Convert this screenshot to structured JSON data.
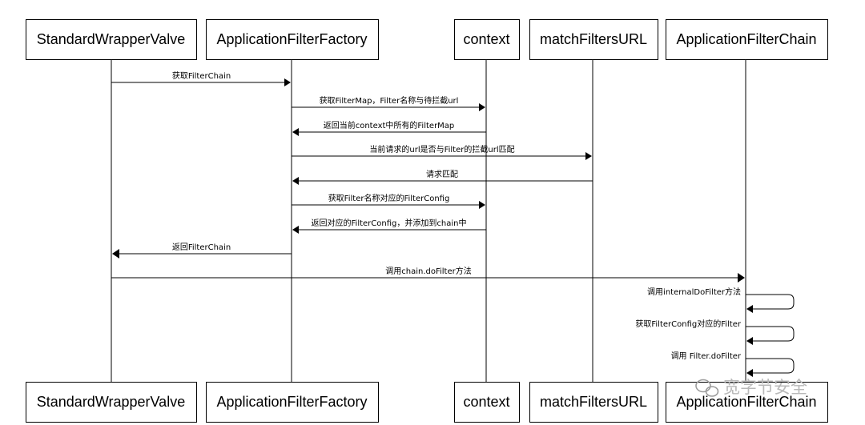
{
  "actors": [
    {
      "id": "swv",
      "label": "StandardWrapperValve"
    },
    {
      "id": "aff",
      "label": "ApplicationFilterFactory"
    },
    {
      "id": "ctx",
      "label": "context"
    },
    {
      "id": "mfu",
      "label": "matchFiltersURL"
    },
    {
      "id": "afc",
      "label": "ApplicationFilterChain"
    }
  ],
  "messages": [
    {
      "from": "swv",
      "to": "aff",
      "label": "获取FilterChain"
    },
    {
      "from": "aff",
      "to": "ctx",
      "label": "获取FilterMap，Filter名称与待拦截url"
    },
    {
      "from": "ctx",
      "to": "aff",
      "label": "返回当前context中所有的FilterMap"
    },
    {
      "from": "aff",
      "to": "mfu",
      "label": "当前请求的url是否与Filter的拦截url匹配"
    },
    {
      "from": "mfu",
      "to": "aff",
      "label": "请求匹配"
    },
    {
      "from": "aff",
      "to": "ctx",
      "label": "获取Filter名称对应的FilterConfig"
    },
    {
      "from": "ctx",
      "to": "aff",
      "label": "返回对应的FilterConfig，并添加到chain中"
    },
    {
      "from": "aff",
      "to": "swv",
      "label": "返回FilterChain"
    },
    {
      "from": "swv",
      "to": "afc",
      "label": "调用chain.doFilter方法"
    },
    {
      "from": "afc",
      "to": "afc",
      "label": "调用internalDoFilter方法"
    },
    {
      "from": "afc",
      "to": "afc",
      "label": "获取FilterConfig对应的Filter"
    },
    {
      "from": "afc",
      "to": "afc",
      "label": "调用 Filter.doFilter"
    }
  ],
  "watermark": {
    "text": "宽字节安全",
    "icon": "wechat-icon"
  }
}
